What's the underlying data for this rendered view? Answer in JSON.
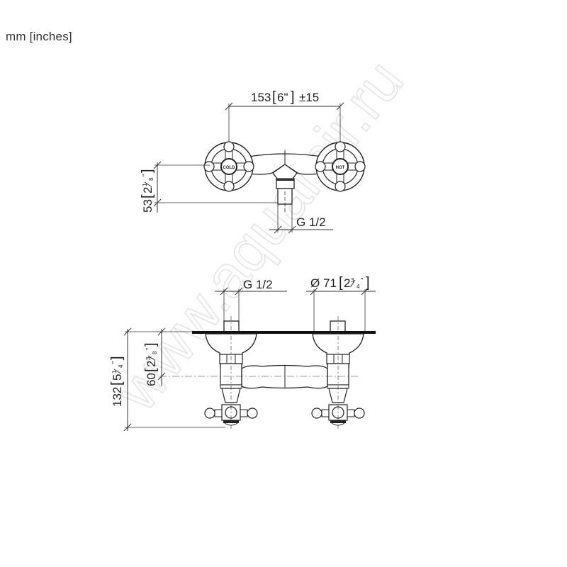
{
  "units_label": "mm [inches]",
  "watermark": "www.aquamir.ru",
  "top_view": {
    "center_distance": {
      "value": "153",
      "inch": "6\"",
      "tolerance": "±15"
    },
    "outlet_height": {
      "value": "53",
      "inch_whole": "2",
      "inch_num": "1",
      "inch_den": "8"
    },
    "outlet_thread": "G 1/2",
    "left_handle_label": "COLD",
    "right_handle_label": "HOT"
  },
  "front_view": {
    "inlet_thread": "G 1/2",
    "rosette_diameter": {
      "symbol": "Ø",
      "value": "71",
      "inch_whole": "2",
      "inch_num": "3",
      "inch_den": "4"
    },
    "body_height": {
      "value": "60",
      "inch_whole": "2",
      "inch_num": "3",
      "inch_den": "8"
    },
    "total_depth": {
      "value": "132",
      "inch_whole": "5",
      "inch_num": "1",
      "inch_den": "4"
    }
  },
  "colors": {
    "line": "#222222",
    "dim": "#444444",
    "watermark": "#e6e6e6"
  }
}
